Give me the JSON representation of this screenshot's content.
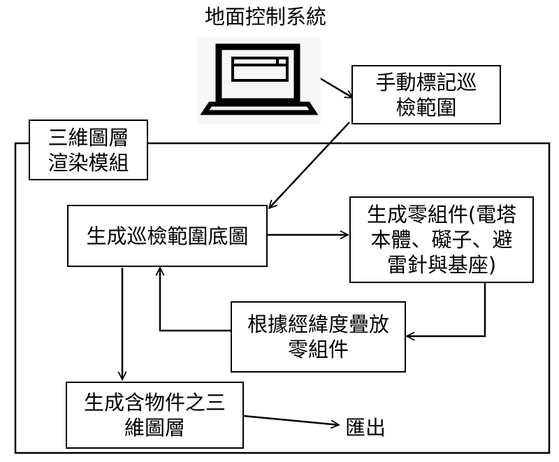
{
  "title": "地面控制系統",
  "icons": {
    "computer": "laptop-icon"
  },
  "module": {
    "label_lines": [
      "三維圖層",
      "渲染模組"
    ]
  },
  "boxes": {
    "manual": {
      "lines": [
        "手動標記巡",
        "檢範圍"
      ]
    },
    "base_map": {
      "lines": [
        "生成巡檢範圍底圖"
      ]
    },
    "components": {
      "lines": [
        "生成零組件(電塔",
        "本體、礙子、避",
        "雷針與基座)"
      ]
    },
    "placement": {
      "lines": [
        "根據經緯度疊放",
        "零組件"
      ]
    },
    "layer": {
      "lines": [
        "生成含物件之三",
        "維圖層"
      ]
    }
  },
  "export_label": "匯出"
}
